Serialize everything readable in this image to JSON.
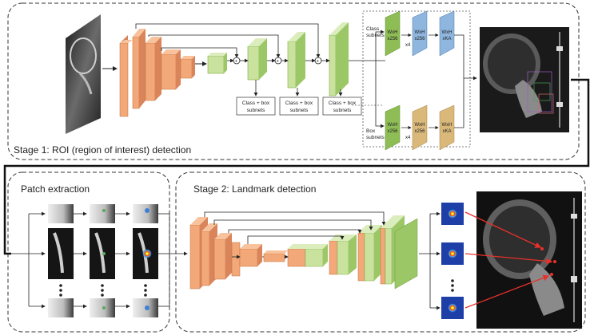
{
  "stages": {
    "stage1_title": "Stage 1: ROI (region of interest) detection",
    "patch_title": "Patch extraction",
    "stage2_title": "Stage 2: Landmark detection"
  },
  "subnet_labels": {
    "class_box_line1": "Class + box",
    "class_box_line2": "subnets",
    "class_subnets_line1": "Class",
    "class_subnets_line2": "subnets",
    "box_subnets_line1": "Box",
    "box_subnets_line2": "subnets"
  },
  "head_block_labels": {
    "wxh": "WxH",
    "x256": "x256",
    "xka": "xKA",
    "x4": "x4"
  },
  "colors": {
    "resnet_orange": "#f2a878",
    "resnet_orange_dark": "#d9845a",
    "fpn_green": "#b9d98a",
    "fpn_green_dark": "#7fae45",
    "head_blue": "#8fb6de",
    "head_tan": "#d9b87a",
    "heatmap_blue": "#1f3fa8",
    "arrow_red": "#e8312a"
  }
}
